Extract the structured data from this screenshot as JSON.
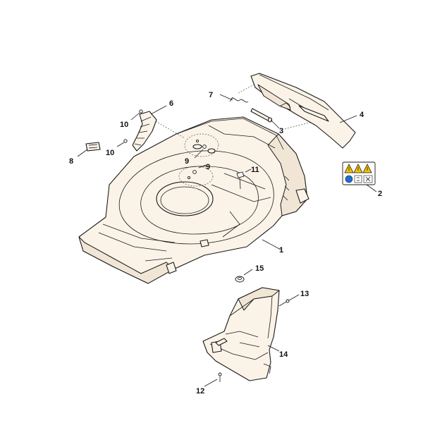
{
  "callouts": {
    "c1": "1",
    "c2": "2",
    "c3": "3",
    "c4": "4",
    "c6": "6",
    "c7": "7",
    "c8": "8",
    "c9a": "9",
    "c9b": "9",
    "c10a": "10",
    "c10b": "10",
    "c11": "11",
    "c12": "12",
    "c13": "13",
    "c14": "14",
    "c15": "15"
  },
  "colors": {
    "part_fill": "#fbf3e8",
    "line": "#1a1a1a",
    "label_warning_yellow": "#f2c200",
    "label_info_blue": "#1f6fd1"
  }
}
